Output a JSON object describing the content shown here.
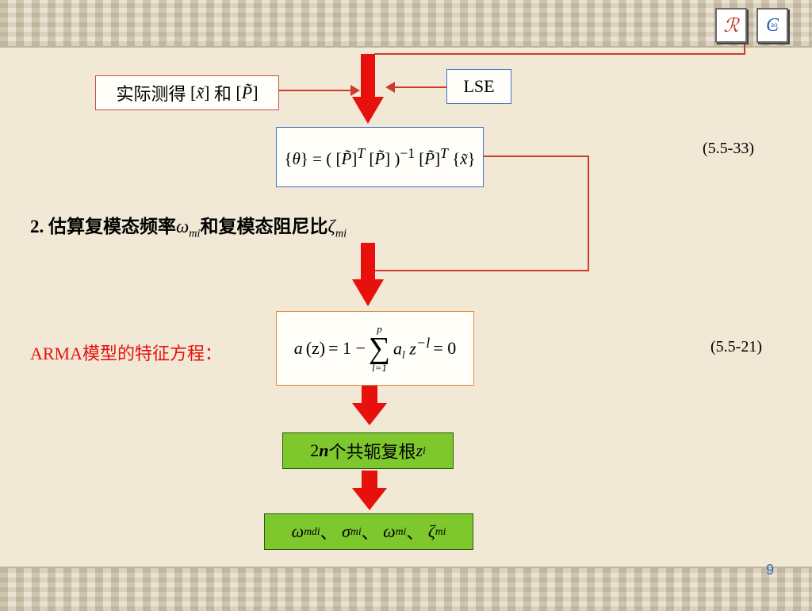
{
  "slide": {
    "page_number": "9",
    "measured_label": "实际测得",
    "measured_and": "和",
    "lse_label": "LSE",
    "eq_theta_number": "(5.5-33)",
    "step2_number": "2.",
    "step2_text": "估算复模态频率",
    "step2_omega_sub": "mi",
    "step2_and": "和复模态阻尼比",
    "step2_zeta_sub": "mi",
    "arma_label": "ARMA模型的特征方程：",
    "eq_arma_number": "(5.5-21)",
    "eq_arma_lhs": "a",
    "eq_arma_z": "(z)",
    "eq_arma_rhs_start": "= 1 −",
    "eq_arma_sum_top": "p",
    "eq_arma_sum_bottom": "l=1",
    "eq_arma_a": "a",
    "eq_arma_a_sub": "l",
    "eq_arma_zvar": "z",
    "eq_arma_zexp": "−l",
    "eq_arma_tail": "= 0",
    "roots_prefix": "2",
    "roots_n": "n",
    "roots_text": "个共轭复根",
    "roots_z": "z",
    "roots_z_sub": "i",
    "result_omega_mdi": "mdi",
    "result_sigma_mi": "mi",
    "result_omega_mi": "mi",
    "result_zeta_mi": "mi",
    "result_sep": "、"
  },
  "colors": {
    "arrow_red": "#e8100c",
    "line_red": "#d03a2b",
    "box_green": "#7ec72c",
    "box_blue_border": "#4472c4",
    "box_orange_border": "#e08a3b",
    "page_number_blue": "#2f6fb4"
  },
  "icons": {
    "logo_left": "script-r-logo-icon",
    "logo_right": "c-ao-logo-icon"
  }
}
